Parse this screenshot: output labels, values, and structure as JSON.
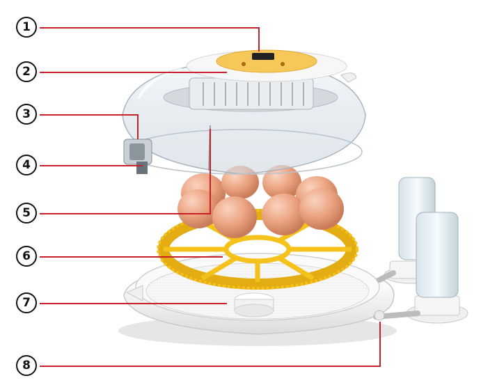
{
  "callouts": [
    {
      "label": "1",
      "target": "control-panel"
    },
    {
      "label": "2",
      "target": "fan-heater-module"
    },
    {
      "label": "3",
      "target": "water-inlet-port"
    },
    {
      "label": "4",
      "target": "humidity-sensor-clip"
    },
    {
      "label": "5",
      "target": "egg-window-line"
    },
    {
      "label": "6",
      "target": "egg-turning-tray"
    },
    {
      "label": "7",
      "target": "water-tray-base"
    },
    {
      "label": "8",
      "target": "water-bottle-connector"
    }
  ],
  "colors": {
    "leader_line": "#c8202a",
    "badge_border": "#111111",
    "tray_yellow": "#f4c21a",
    "egg": "#e9a07e",
    "dome": "#dfe6ec",
    "base": "#f3f3f3"
  }
}
